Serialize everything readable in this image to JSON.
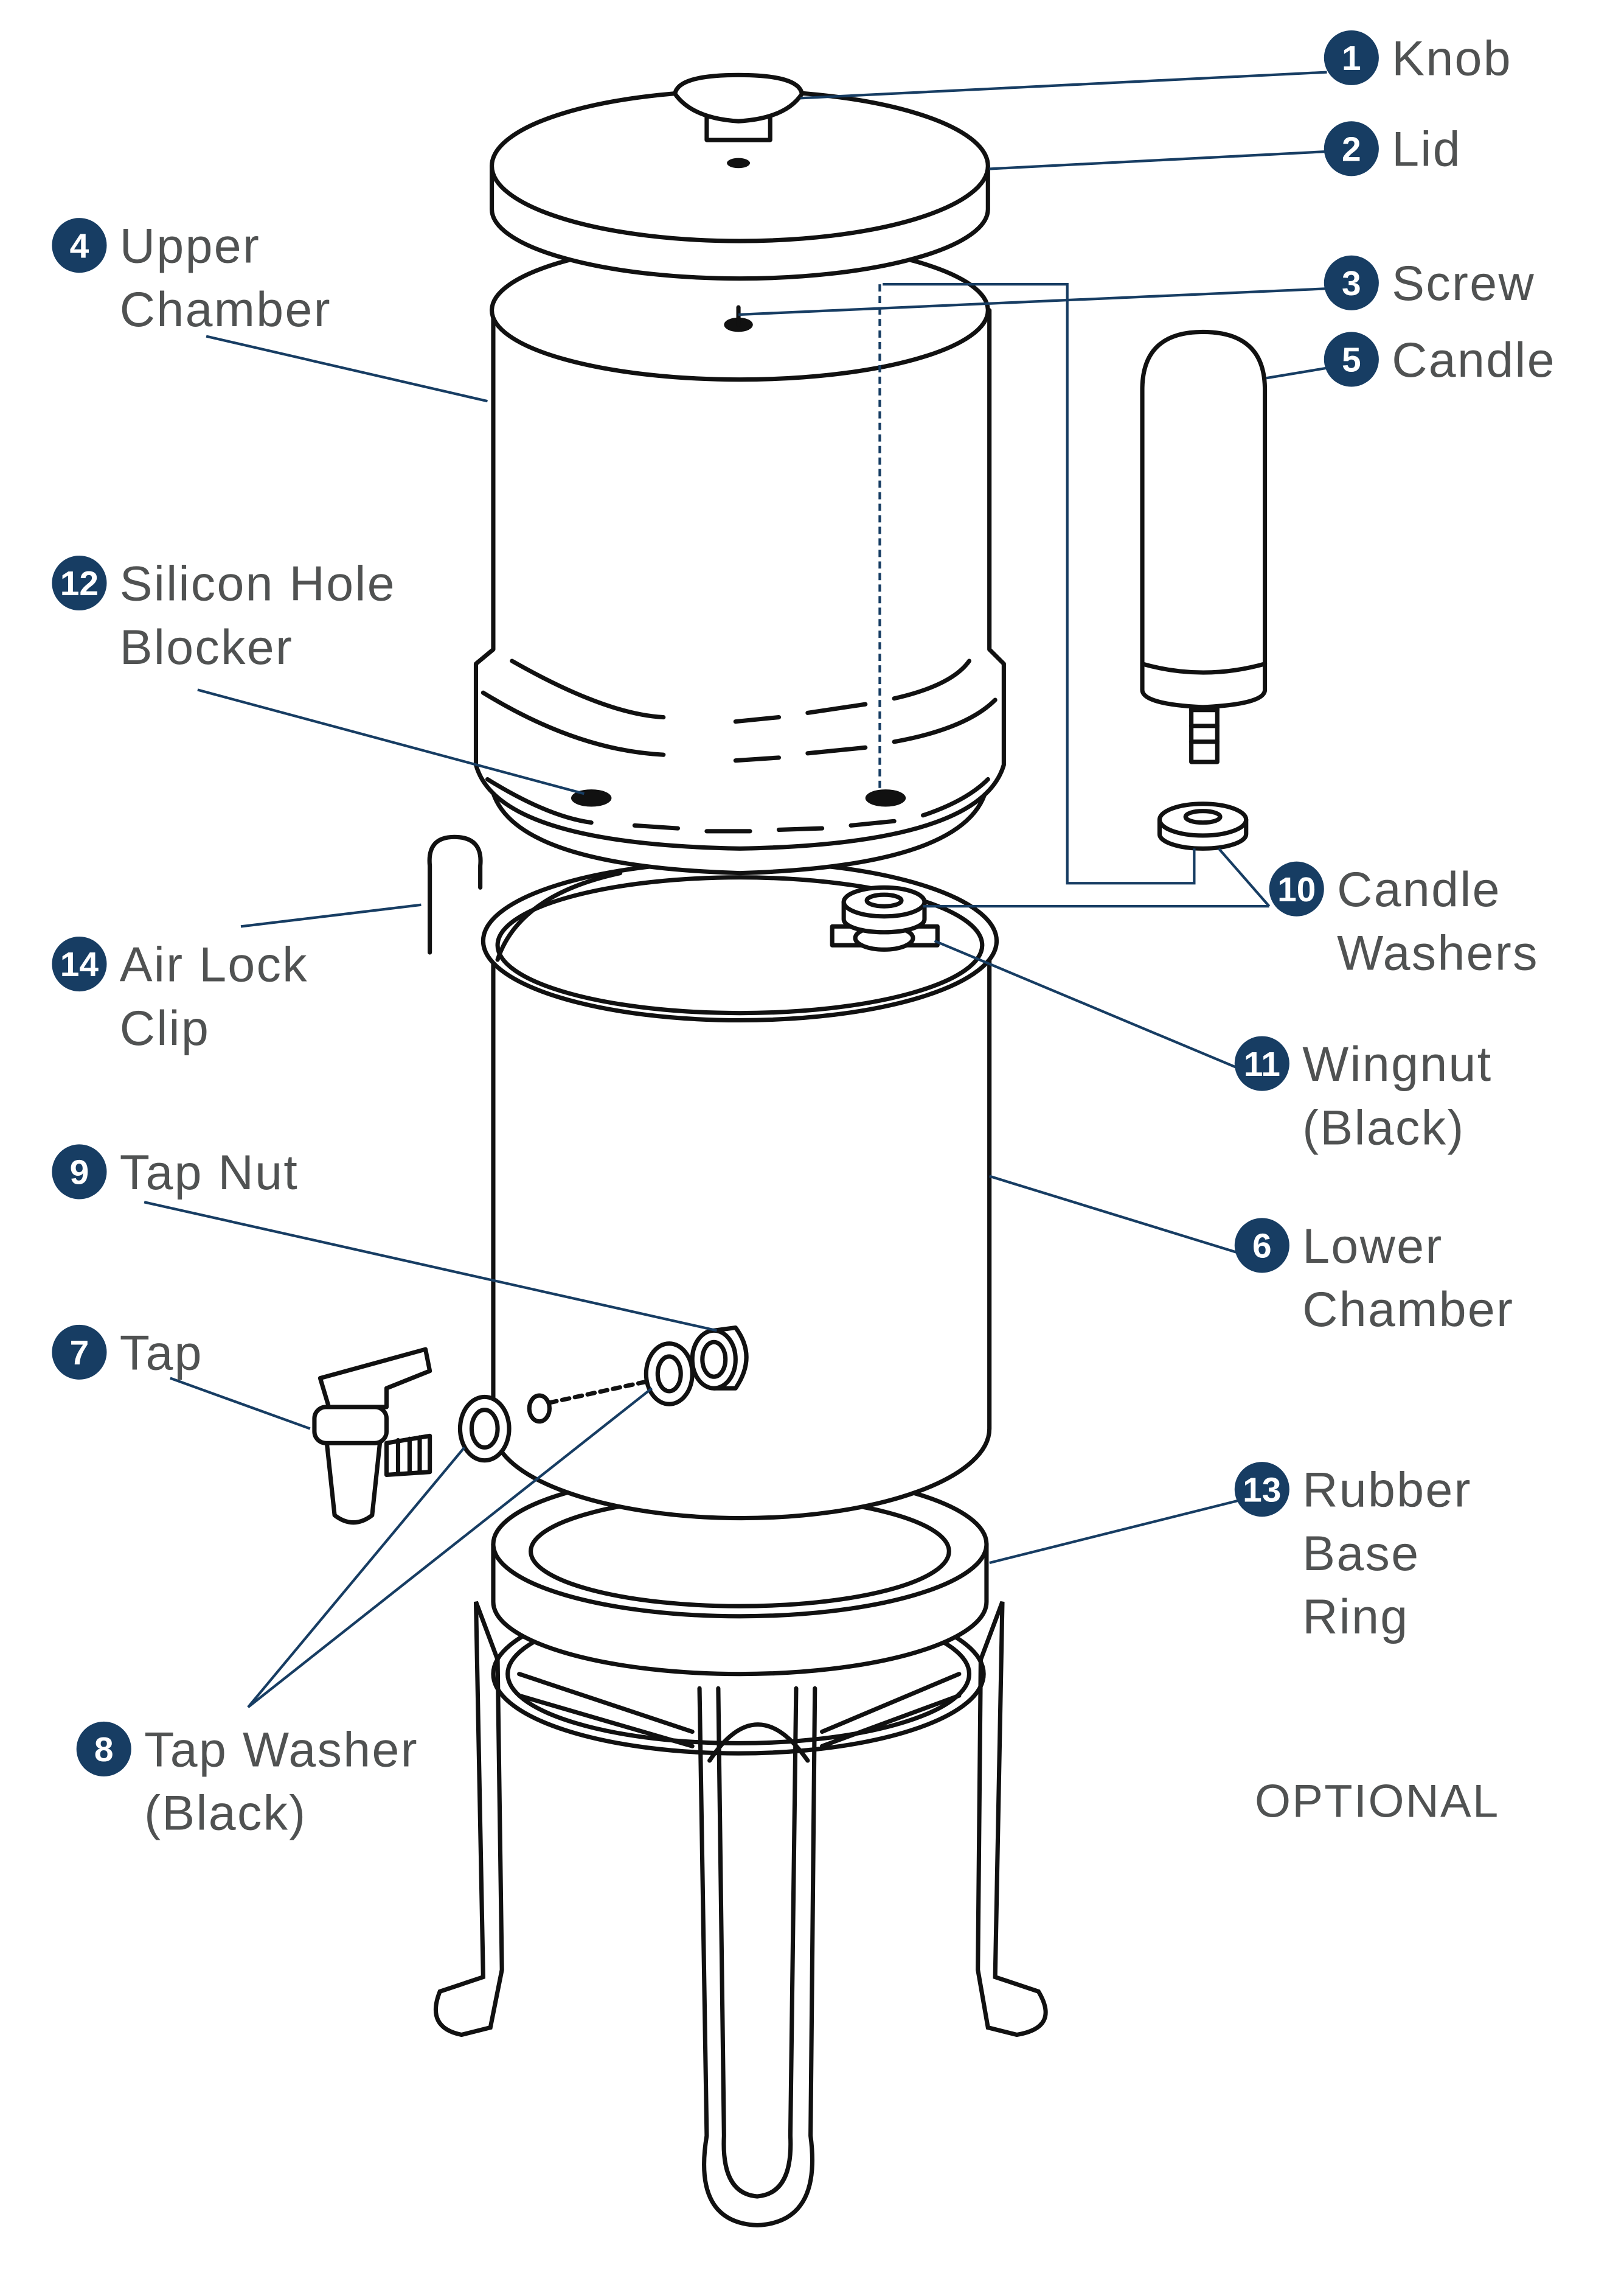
{
  "title": "Water filter parts diagram",
  "colors": {
    "badge": "#173d63",
    "text": "#505252",
    "line_art": "#111111"
  },
  "parts": [
    {
      "num": "1",
      "lines": [
        "Knob"
      ]
    },
    {
      "num": "2",
      "lines": [
        "Lid"
      ]
    },
    {
      "num": "3",
      "lines": [
        "Screw"
      ]
    },
    {
      "num": "4",
      "lines": [
        "Upper",
        "Chamber"
      ]
    },
    {
      "num": "5",
      "lines": [
        "Candle"
      ]
    },
    {
      "num": "6",
      "lines": [
        "Lower",
        "Chamber"
      ]
    },
    {
      "num": "7",
      "lines": [
        "Tap"
      ]
    },
    {
      "num": "8",
      "lines": [
        "Tap Washer",
        "(Black)"
      ]
    },
    {
      "num": "9",
      "lines": [
        "Tap Nut"
      ]
    },
    {
      "num": "10",
      "lines": [
        "Candle",
        "Washers"
      ]
    },
    {
      "num": "11",
      "lines": [
        "Wingnut",
        "(Black)"
      ]
    },
    {
      "num": "12",
      "lines": [
        "Silicon Hole",
        "Blocker"
      ]
    },
    {
      "num": "13",
      "lines": [
        "Rubber",
        "Base",
        "Ring"
      ]
    },
    {
      "num": "14",
      "lines": [
        "Air Lock",
        "Clip"
      ]
    }
  ],
  "optional_note": "OPTIONAL"
}
